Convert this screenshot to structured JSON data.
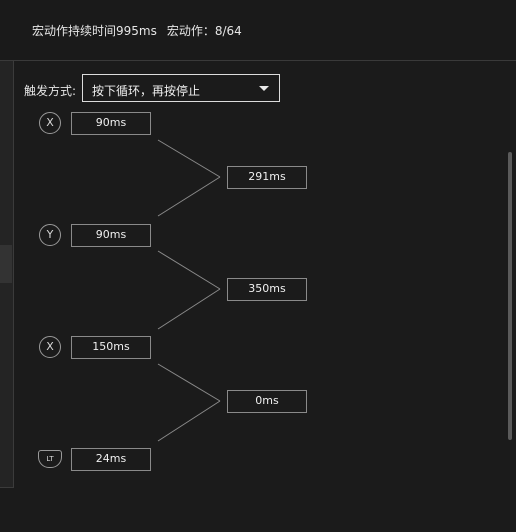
{
  "header": {
    "duration_text": "宏动作持续时间995ms",
    "count_text": "宏动作：8/64"
  },
  "trigger": {
    "label": "触发方式:",
    "selected": "按下循环，再按停止"
  },
  "steps": [
    {
      "key": "X",
      "duration": "90ms"
    },
    {
      "key": "Y",
      "duration": "90ms"
    },
    {
      "key": "X",
      "duration": "150ms"
    },
    {
      "key": "LT",
      "duration": "24ms"
    }
  ],
  "intervals": [
    "291ms",
    "350ms",
    "0ms"
  ],
  "icons": {
    "dropdown": "caret-down-icon",
    "x_button": "x-button-icon",
    "y_button": "y-button-icon",
    "lt_trigger": "lt-trigger-icon"
  }
}
